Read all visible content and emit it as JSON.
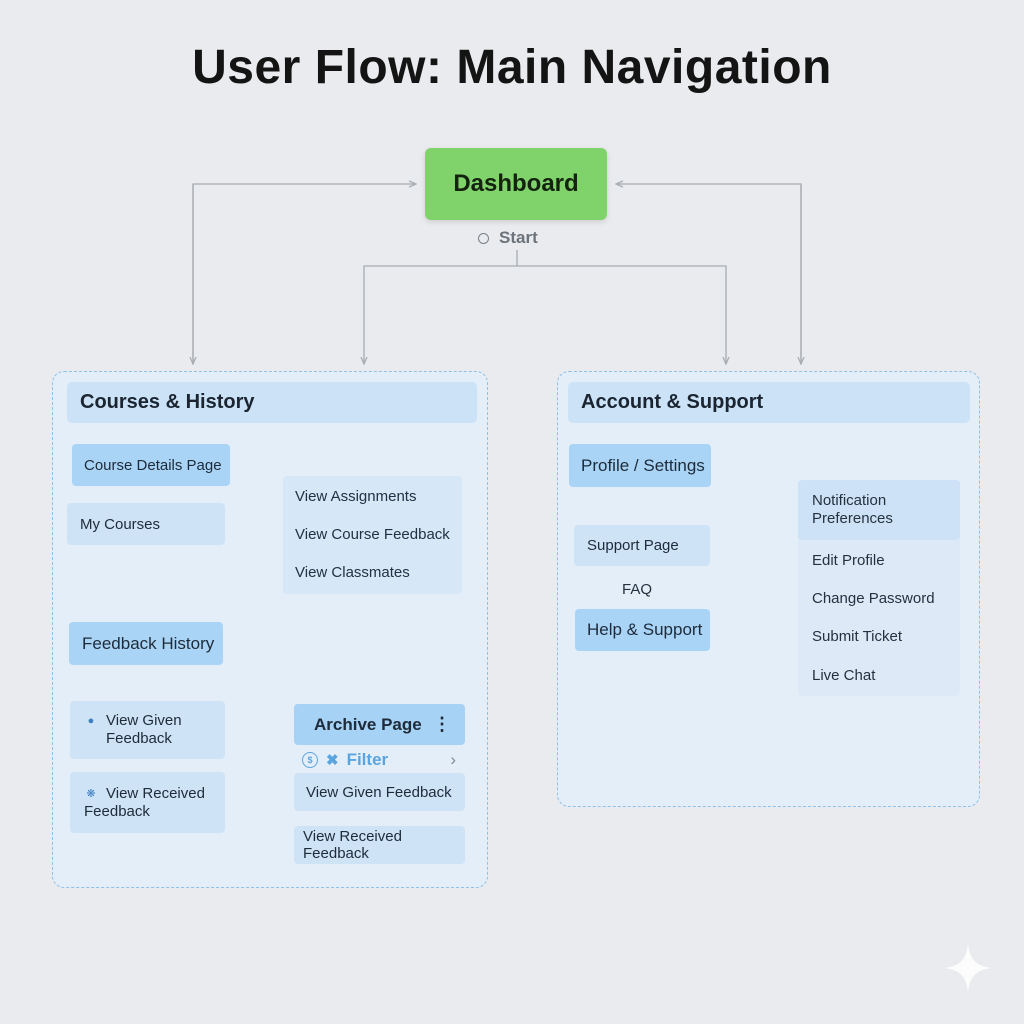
{
  "title": "User Flow: Main Navigation",
  "dashboard": {
    "label": "Dashboard",
    "start_label": "Start"
  },
  "courses_group": {
    "header": "Courses & History",
    "course_details": "Course Details Page",
    "my_courses": "My Courses",
    "feedback_history": "Feedback History",
    "sub_items": [
      "View Assignments",
      "View Course Feedback",
      "View Classmates"
    ],
    "view_given_feedback": [
      "View Given",
      "Feedback"
    ],
    "view_received_feedback": [
      "View Received",
      "Feedback"
    ],
    "archive_page": "Archive Page",
    "archive_menu_icon": "kebab-menu-icon",
    "filter_label": "Filter",
    "archive_items": [
      "View Given Feedback",
      "View Received Feedback"
    ]
  },
  "account_group": {
    "header": "Account & Support",
    "profile_settings": "Profile / Settings",
    "support_page": "Support Page",
    "faq": "FAQ",
    "help_support": "Help & Support",
    "notification_preferences": [
      "Notification",
      "Preferences"
    ],
    "sub_items": [
      "Edit Profile",
      "Change Password",
      "Submit Ticket",
      "Live Chat"
    ]
  },
  "colors": {
    "background": "#e9ebee",
    "dashboard_green": "#7fd36a",
    "group_fill": "#e4eef9",
    "group_border": "#8fc0e6",
    "node_mid_blue": "#a9d4f6",
    "node_light_blue": "#cfe3f6",
    "connector_gray": "#a8adb3",
    "filter_blue": "#5aa5e0"
  }
}
